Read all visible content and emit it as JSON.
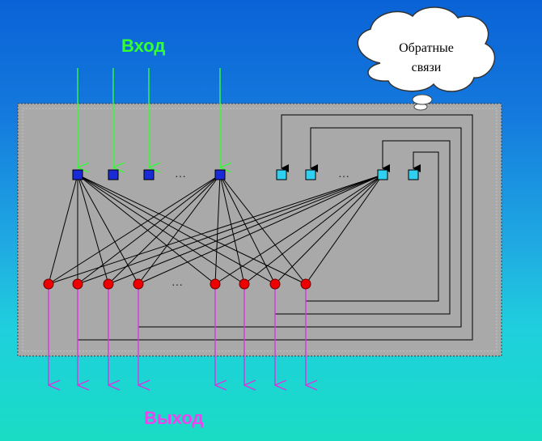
{
  "labels": {
    "input": "Вход",
    "output": "Выход",
    "feedback_line1": "Обратные",
    "feedback_line2": "связи",
    "ellipsis": "…"
  },
  "colors": {
    "input_node": "#1a2ad6",
    "feedback_node": "#2fd0f0",
    "output_node": "#ee0000",
    "input_arrow": "#33ff33",
    "output_arrow": "#dd33dd",
    "panel": "#a8a8a8"
  },
  "network": {
    "input_nodes": 4,
    "feedback_nodes": 4,
    "output_nodes": 8,
    "connected_input_indices": [
      0,
      3
    ],
    "connected_feedback_indices": [
      2
    ]
  }
}
